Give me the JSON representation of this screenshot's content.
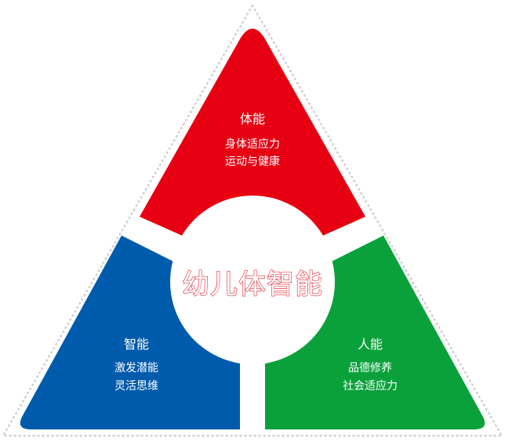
{
  "diagram": {
    "center_title": "幼儿体智能",
    "segments": [
      {
        "title": "体能",
        "lines": [
          "身体适应力",
          "运动与健康"
        ],
        "color": "#e60012"
      },
      {
        "title": "智能",
        "lines": [
          "激发潜能",
          "灵活思维"
        ],
        "color": "#005bac"
      },
      {
        "title": "人能",
        "lines": [
          "品德修养",
          "社会适应力"
        ],
        "color": "#0aa13b"
      }
    ],
    "colors": {
      "outline": "#d0d0d0",
      "center_text_stroke": "#e5323e"
    }
  }
}
